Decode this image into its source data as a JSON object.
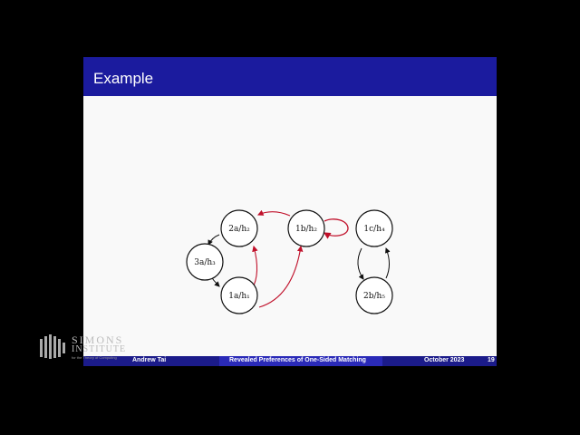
{
  "slide": {
    "title": "Example"
  },
  "diagram": {
    "nodes": [
      {
        "id": "n2a",
        "label": "2a/h₂"
      },
      {
        "id": "n1b",
        "label": "1b/h₂"
      },
      {
        "id": "n1c",
        "label": "1c/h₄"
      },
      {
        "id": "n3a",
        "label": "3a/h₃"
      },
      {
        "id": "n1a",
        "label": "1a/h₁"
      },
      {
        "id": "n2b",
        "label": "2b/h₅"
      }
    ],
    "edges": [
      {
        "from": "n1b",
        "to": "n2a",
        "color": "#c0102a"
      },
      {
        "from": "n1b",
        "to": "n1b",
        "color": "#c0102a"
      },
      {
        "from": "n2a",
        "to": "n3a",
        "color": "#111111"
      },
      {
        "from": "n3a",
        "to": "n1a",
        "color": "#111111"
      },
      {
        "from": "n1a",
        "to": "n2a",
        "color": "#c0102a"
      },
      {
        "from": "n1a",
        "to": "n1b",
        "color": "#c0102a"
      },
      {
        "from": "n1c",
        "to": "n2b",
        "color": "#111111"
      },
      {
        "from": "n2b",
        "to": "n1c",
        "color": "#111111"
      }
    ]
  },
  "footer": {
    "author": "Andrew Tai",
    "title": "Revealed Preferences of One-Sided Matching",
    "date": "October 2023",
    "page": "19"
  },
  "logo": {
    "word1": "SIMONS",
    "word2": "INSTITUTE",
    "tagline": "for the Theory of Computing"
  },
  "colors": {
    "title_bar": "#1b1b9e",
    "footer": "#1b1b8a",
    "red_edge": "#c0102a",
    "black_edge": "#111111"
  }
}
